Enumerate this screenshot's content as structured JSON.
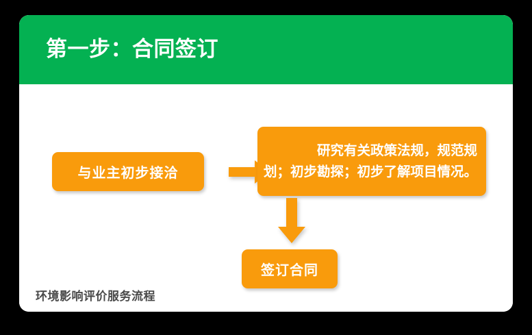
{
  "slide": {
    "header": {
      "title": "第一步：合同签订",
      "background_color": "#04b152",
      "text_color": "#ffffff"
    },
    "footer_caption": "环境影响评价服务流程",
    "card_background": "#ffffff",
    "page_background": "#000000",
    "accent_color": "#f99b0c"
  },
  "flow": {
    "nodes": [
      {
        "id": "owner-contact",
        "label": "与业主初步接洽"
      },
      {
        "id": "research",
        "label": "　　研究有关政策法规，规范规划；初步勘探；初步了解项目情况。"
      },
      {
        "id": "sign-contract",
        "label": "签订合同"
      }
    ],
    "connectors": [
      {
        "id": "owner-to-research",
        "direction": "right",
        "color": "#f99b0c"
      },
      {
        "id": "research-to-sign",
        "direction": "down",
        "color": "#f99b0c"
      }
    ]
  }
}
